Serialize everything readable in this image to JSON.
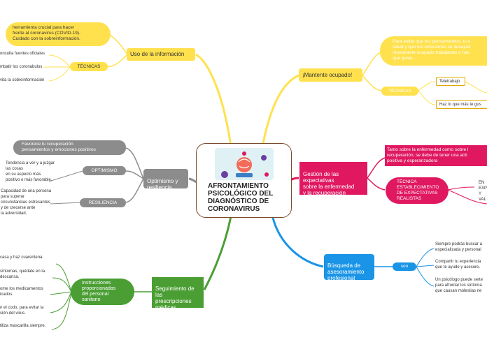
{
  "center": {
    "title": "AFRONTAMIENTO\nPSICOLÓGICO DEL\nDIAGNÓSTICO DE\nCORONAVIRUS"
  },
  "info": {
    "label": "Uso de la información",
    "crucial": "herramienta crucial para hacer\n    frente al coronavirus (COVID-19).\nCuidado con la sobreinformación.",
    "tecnicas": "TÉCNICAS",
    "t1": "onsulta fuentes oficiales",
    "t2": "mbatir los coronabulos",
    "t3": "vita la sobreinformación"
  },
  "optimismo": {
    "label": "Optimismo y\nresiliencia",
    "favorece": "Favorece tu recuperación\n   pensamientos y emociones  positivos",
    "opt_label": "OPTIMISMO",
    "opt_text": "Tendencia a ver y a juzgar\nlas cosas\nen su aspecto más\npositivo o más favorable.",
    "res_label": "RESILIENCIA",
    "res_text": "Capacidad de una  persona\n para superar\ncircunstancias estresantes\n y de crecerse ante\nla adversidad."
  },
  "seguimiento": {
    "label": "Seguimiento de\nlas\nprescripciones\nmédicas",
    "instr": "Instrucciones\nproporcionadas\ndel personal\nsanitario",
    "i1": "casa y haz cuarentena.",
    "i2": "síntomas, quédate en la\ndescansa.",
    "i3": "ome los medicamentos\nicados.",
    "i4": "n el codo, para evitar la\nsión del virus.",
    "i5": "tiliza mascarilla siempre."
  },
  "ocupado": {
    "label": "¡Mantente ocupado!",
    "desc": "Para evitar que tus pensamientos, tu e\nsalud y que tus emociones se desajust\nmantenerte ocupado trabajando o hac\nque gusta.",
    "tecnicas": "TÉCNICAS",
    "t1": "Teletrabajo",
    "t2": "Haz lo que más te gus"
  },
  "gestion": {
    "label": "Gestión de las\nexpectativas\nsobre la enfermedad\ny la recuperación",
    "desc": "Tanto sobre la enfermedad como sobre l\nrecuperación, se debe de tener una acti\npositiva y esperanzadora",
    "tecnica": "TÉCNICA\nESTABLECIMIENTO\nDE EXPECTATIVAS\nREALISTAS",
    "tecnica_side": "EN\nEXP\nY\nVAL"
  },
  "busqueda": {
    "label": "Búsqueda de\nasesoramiento\nprofesional",
    "son": "son",
    "s1": "Siempre podrás buscar a\nespecializada y personal",
    "s2": "Compartir tu experiencia\nque te ayude y asesore.",
    "s3": "Un psicólogo puede serte\npara afrontar los síntoma\nque causan molestias ne"
  },
  "colors": {
    "yellow": "#ffe14d",
    "gray": "#8c8c8c",
    "magenta": "#e0185f",
    "blue": "#1a94e6",
    "green": "#4a9e33",
    "center_border": "#7a4a2a"
  }
}
